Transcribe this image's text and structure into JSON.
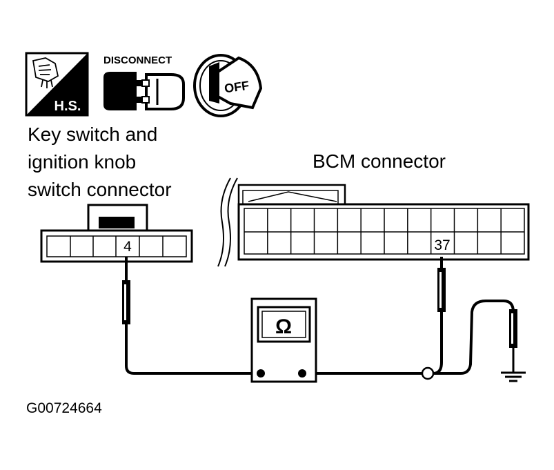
{
  "icons": {
    "hs_badge": "H.S.",
    "disconnect_caption": "DISCONNECT",
    "key_tag": "OFF"
  },
  "labels": {
    "key_switch_connector": [
      "Key switch and",
      "ignition knob",
      "switch connector"
    ],
    "bcm_connector": "BCM connector"
  },
  "terminals": {
    "key_switch_pin": "4",
    "bcm_pin": "37"
  },
  "meter": {
    "symbol": "Ω"
  },
  "figure_id": "G00724664"
}
